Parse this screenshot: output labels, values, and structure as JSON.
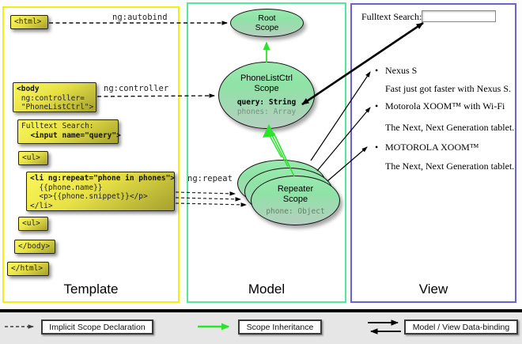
{
  "accent_colors": {
    "template_border": "#f3ef10",
    "model_border": "#57e79c",
    "view_border": "#6b61d1",
    "inheritance_green": "#2be32b"
  },
  "template": {
    "label": "Template",
    "html_open": "<html>",
    "body_open": {
      "l1": "<body",
      "l2": " ng:controller=",
      "l3": " \"PhoneListCtrl\">"
    },
    "fulltext": {
      "l1": "Fulltext Search:",
      "l2": "  <input name=\"query\">"
    },
    "ul_open": "<ul>",
    "li_repeat": {
      "l1": "<li ng:repeat=\"phone in phones\">",
      "l2": "  {{phone.name}}",
      "l3": "  <p>{{phone.snippet}}</p>",
      "l4": "</li>"
    },
    "ul_close": "<ul>",
    "body_close": "</body>",
    "html_close": "</html>"
  },
  "arrow_labels": {
    "autobind": "ng:autobind",
    "controller": "ng:controller",
    "repeat": "ng:repeat"
  },
  "model": {
    "label": "Model",
    "root_scope": {
      "l1": "Root",
      "l2": "Scope"
    },
    "phonelist_scope": {
      "l1": "PhoneListCtrl",
      "l2": "Scope",
      "prop_query": "query: String",
      "prop_phones": "phones: Array"
    },
    "repeater_scope": {
      "l1": "Repeater",
      "l2": "Scope",
      "prop_phone": "phone: Object"
    }
  },
  "view": {
    "label": "View",
    "search_label": "Fulltext Search:",
    "search_value": "",
    "bullet": "•",
    "items": [
      {
        "title": "Nexus S",
        "desc": "Fast just got faster with Nexus S."
      },
      {
        "title": "Motorola XOOM™  with Wi-Fi",
        "desc": "The Next, Next Generation tablet."
      },
      {
        "title": "MOTOROLA XOOM™",
        "desc": "The Next, Next Generation tablet."
      }
    ]
  },
  "legend": {
    "implicit": "Implicit Scope Declaration",
    "inheritance": "Scope Inheritance",
    "databinding": "Model / View Data-binding"
  }
}
